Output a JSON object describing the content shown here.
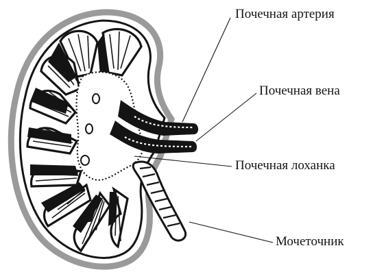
{
  "labels": {
    "artery": "Почечная артерия",
    "vein": "Почечная вена",
    "pelvis": "Почечная лоханка",
    "ureter": "Мочеточник"
  },
  "colors": {
    "ink": "#141414",
    "capsule": "#9a9a9a",
    "paper": "#ffffff"
  }
}
